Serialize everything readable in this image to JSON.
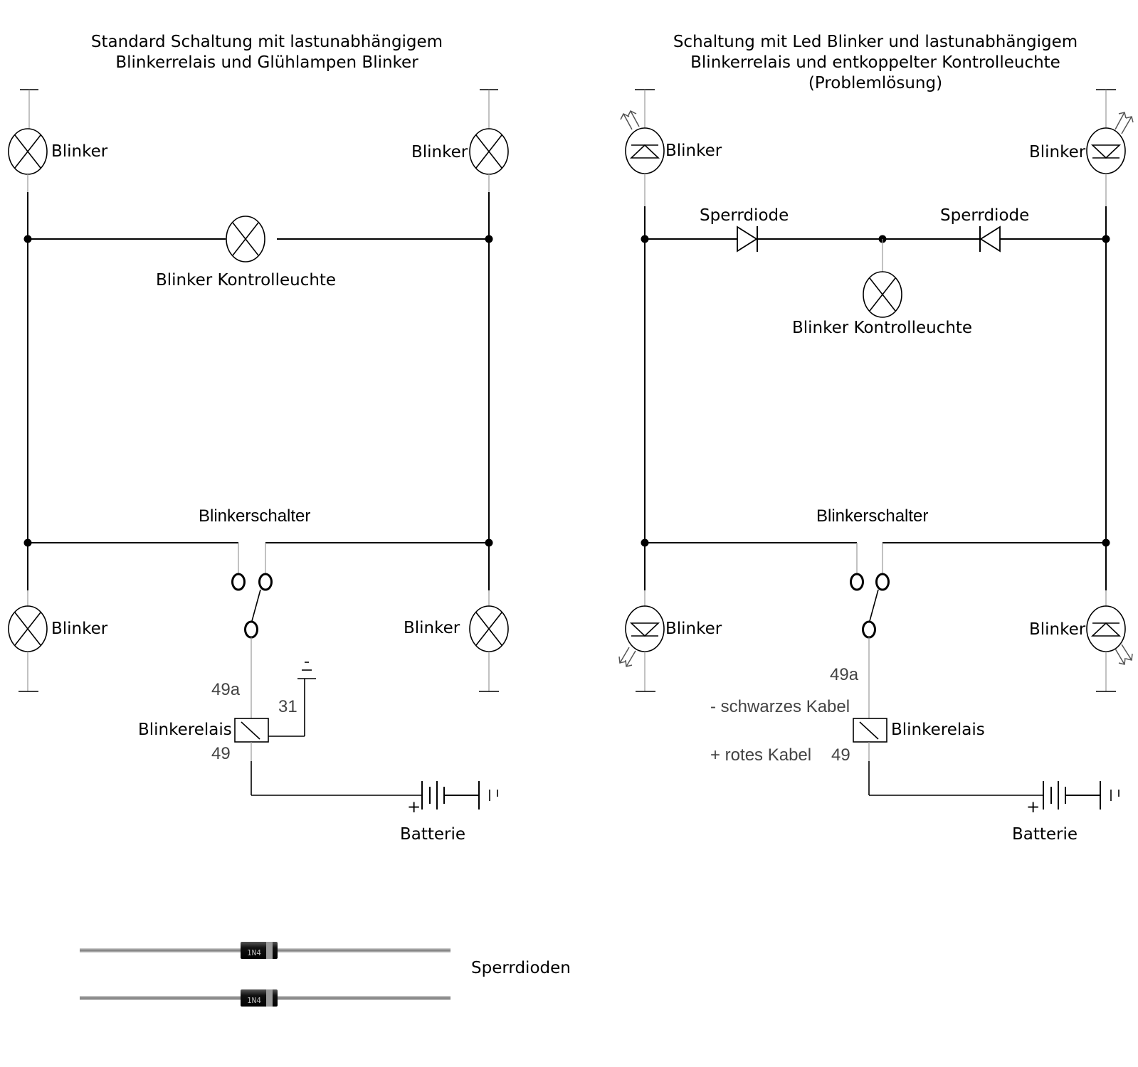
{
  "left": {
    "title_line1": "Standard Schaltung mit lastunabhängigem",
    "title_line2": "Blinkerrelais und Glühlampen Blinker",
    "blinker_top_left": "Blinker",
    "blinker_top_right": "Blinker",
    "blinker_bottom_left": "Blinker",
    "blinker_bottom_right": "Blinker",
    "control_lamp": "Blinker Kontrolleuchte",
    "switch": "Blinkerschalter",
    "terminal_49a": "49a",
    "terminal_31": "31",
    "terminal_49": "49",
    "relay": "Blinkerelais",
    "battery": "Batterie",
    "battery_plus": "+",
    "ground_minus": "-"
  },
  "right": {
    "title_line1": "Schaltung mit Led Blinker und lastunabhängigem",
    "title_line2": "Blinkerrelais und entkoppelter Kontrolleuchte",
    "title_line3": "(Problemlösung)",
    "blinker_top_left": "Blinker",
    "blinker_top_right": "Blinker",
    "blinker_bottom_left": "Blinker",
    "blinker_bottom_right": "Blinker",
    "diode_left": "Sperrdiode",
    "diode_right": "Sperrdiode",
    "control_lamp": "Blinker Kontrolleuchte",
    "switch": "Blinkerschalter",
    "terminal_49a": "49a",
    "black_cable": "-  schwarzes Kabel",
    "red_cable": "+ rotes Kabel",
    "terminal_49": "49",
    "relay": "Blinkerelais",
    "battery": "Batterie",
    "battery_plus": "+"
  },
  "photo": {
    "label": "Sperrdioden"
  }
}
